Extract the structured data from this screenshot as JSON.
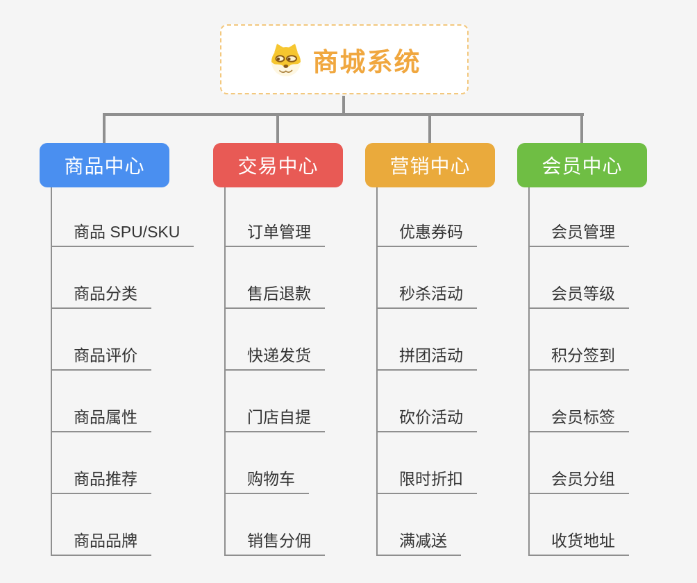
{
  "root": {
    "title": "商城系统",
    "icon": "doge-icon"
  },
  "colors": {
    "background": "#f5f5f5",
    "connector": "#8f8f8f",
    "root_border": "#f3c87e",
    "root_text": "#f0a73f",
    "leaf_text": "#333333",
    "branch_text": "#ffffff"
  },
  "branches": [
    {
      "label": "商品中心",
      "color": "#4a8ff0",
      "items": [
        "商品 SPU/SKU",
        "商品分类",
        "商品评价",
        "商品属性",
        "商品推荐",
        "商品品牌"
      ]
    },
    {
      "label": "交易中心",
      "color": "#e85a55",
      "items": [
        "订单管理",
        "售后退款",
        "快递发货",
        "门店自提",
        "购物车",
        "销售分佣"
      ]
    },
    {
      "label": "营销中心",
      "color": "#eaaa3c",
      "items": [
        "优惠券码",
        "秒杀活动",
        "拼团活动",
        "砍价活动",
        "限时折扣",
        "满减送"
      ]
    },
    {
      "label": "会员中心",
      "color": "#6fbe44",
      "items": [
        "会员管理",
        "会员等级",
        "积分签到",
        "会员标签",
        "会员分组",
        "收货地址"
      ]
    }
  ]
}
